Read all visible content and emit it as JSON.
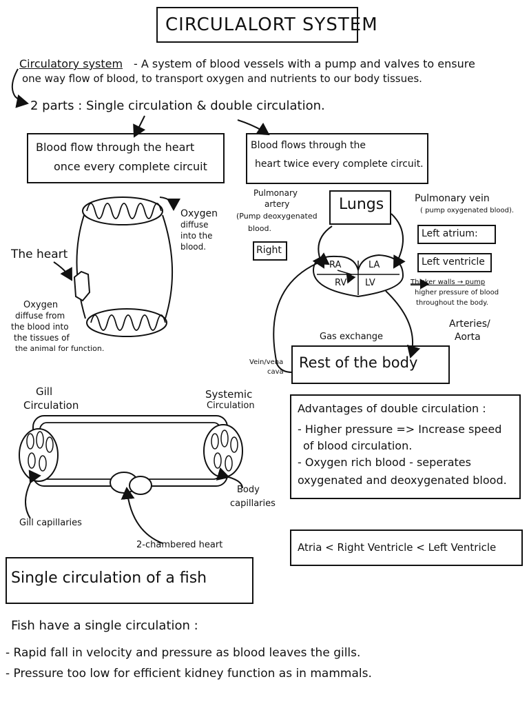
{
  "title": "CIRCULALORT SYSTEM",
  "definition": {
    "term": "Circulatory system",
    "line1": "- A system of blood vessels with a pump and valves to ensure",
    "line2": "one way flow of blood, to transport oxygen and nutrients to our body tissues."
  },
  "parts": "2 parts : Single circulation & double circulation.",
  "single_box": {
    "line1": "Blood flow through the heart",
    "line2": "once every complete circuit"
  },
  "double_box": {
    "line1": "Blood flows through the",
    "line2": "heart twice every complete circuit."
  },
  "single_loop": {
    "oxygen_in": [
      "Oxygen",
      "diffuse",
      "into the",
      "blood."
    ],
    "heart": "The heart",
    "oxygen_out": [
      "Oxygen",
      "diffuse from",
      "the blood into",
      "the tissues of",
      "the animal for function."
    ]
  },
  "double_loop": {
    "pulmonary_artery": [
      "Pulmonary",
      "artery",
      "(Pump deoxygenated",
      "blood."
    ],
    "right": "Right",
    "lungs": "Lungs",
    "pulmonary_vein": [
      "Pulmonary vein",
      "( pump oxygenated blood)."
    ],
    "left_atrium": "Left atrium:",
    "left_ventricle": "Left ventricle",
    "thicker_walls": [
      "Thicker walls → pump",
      "higher pressure of blood",
      "throughout the body."
    ],
    "chambers": {
      "ra": "RA",
      "la": "LA",
      "rv": "RV",
      "lv": "LV"
    },
    "arteries": [
      "Arteries/",
      "Aorta"
    ],
    "gas_exchange": "Gas exchange",
    "vein": [
      "Vein/vena",
      "cava"
    ],
    "rest_of_body": "Rest of the body"
  },
  "fish": {
    "gill_circulation": [
      "Gill",
      "Circulation"
    ],
    "systemic_circulation": [
      "Systemic",
      "Circulation"
    ],
    "gill_capillaries": "Gill capillaries",
    "body_capillaries": [
      "Body",
      "capillaries"
    ],
    "heart": "2-chambered heart",
    "caption": "Single circulation of a fish"
  },
  "advantages": {
    "title": "Advantages of double circulation :",
    "lines": [
      "- Higher pressure => Increase speed",
      "of blood circulation.",
      "- Oxygen rich blood - seperates",
      "oxygenated and deoxygenated blood."
    ]
  },
  "pressure_order": "Atria < Right Ventricle < Left Ventricle",
  "fish_notes": {
    "intro": "Fish have a single circulation :",
    "points": [
      "- Rapid fall in velocity and pressure as blood leaves the gills.",
      "- Pressure too low for efficient kidney function as in mammals."
    ]
  }
}
